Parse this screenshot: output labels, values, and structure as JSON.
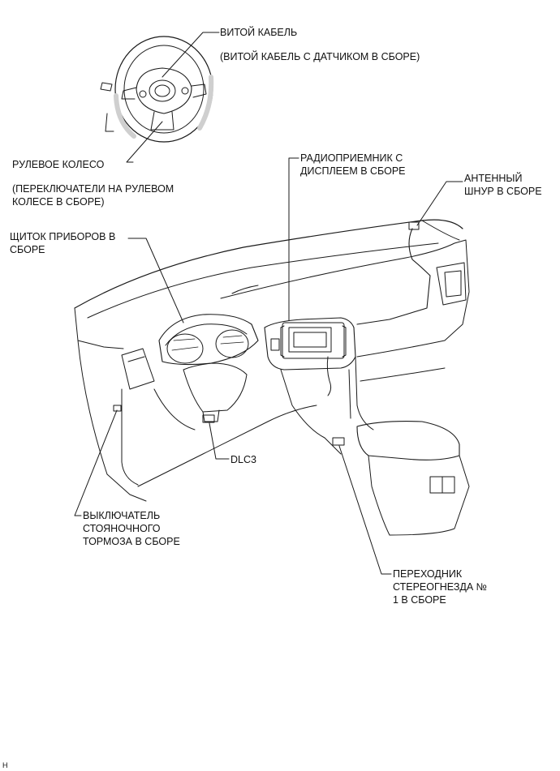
{
  "labels": {
    "spiral_cable": "ВИТОЙ КАБЕЛЬ",
    "spiral_cable_note": "(ВИТОЙ КАБЕЛЬ С ДАТЧИКОМ В СБОРЕ)",
    "steering_wheel": "РУЛЕВОЕ КОЛЕСО",
    "steering_switches_line1": "(ПЕРЕКЛЮЧАТЕЛИ НА РУЛЕВОМ",
    "steering_switches_line2": "КОЛЕСЕ В СБОРЕ)",
    "radio_line1": "РАДИОПРИЕМНИК С",
    "radio_line2": "ДИСПЛЕЕМ В СБОРЕ",
    "antenna_line1": "АНТЕННЫЙ",
    "antenna_line2": "ШНУР В СБОРЕ",
    "cluster_line1": "ЩИТОК ПРИБОРОВ В",
    "cluster_line2": "СБОРЕ",
    "dlc3": "DLC3",
    "brake_switch_line1": "ВЫКЛЮЧАТЕЛЬ",
    "brake_switch_line2": "СТОЯНОЧНОГО",
    "brake_switch_line3": "ТОРМОЗА В СБОРЕ",
    "stereo_jack_line1": "ПЕРЕХОДНИК",
    "stereo_jack_line2": "СТЕРЕОГНЕЗДА №",
    "stereo_jack_line3": "1 В СБОРЕ"
  },
  "corner_mark": "H",
  "colors": {
    "line": "#1a1a1a",
    "background": "#ffffff",
    "shade": "#cfcfcf"
  }
}
